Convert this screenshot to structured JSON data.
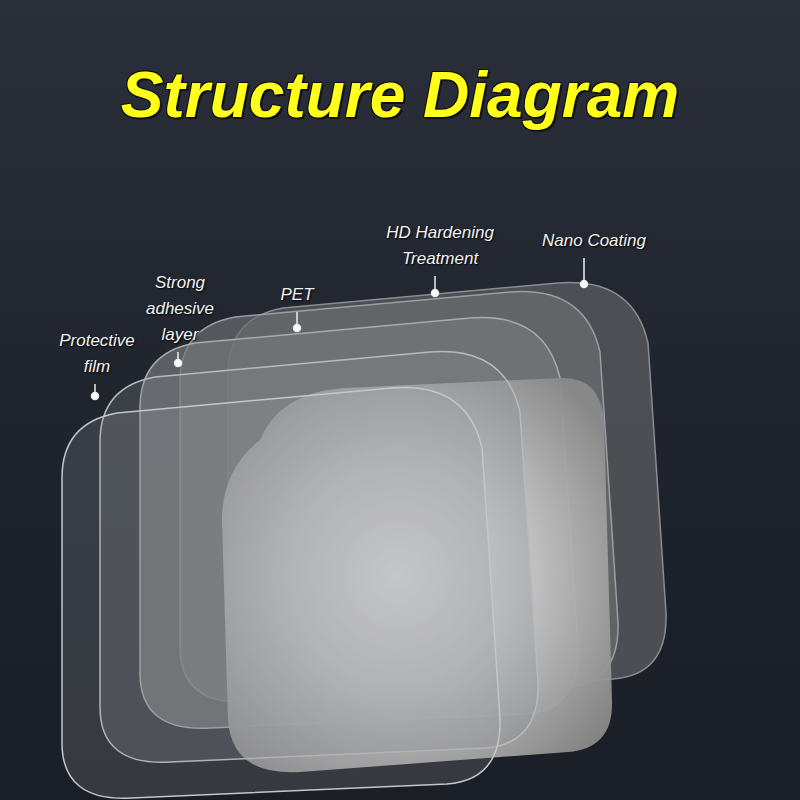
{
  "diagram": {
    "title": "Structure Diagram",
    "labels": [
      "Protective film",
      "Strong adhesive layer",
      "PET",
      "HD Hardening Treatment",
      "Nano Coating"
    ]
  }
}
